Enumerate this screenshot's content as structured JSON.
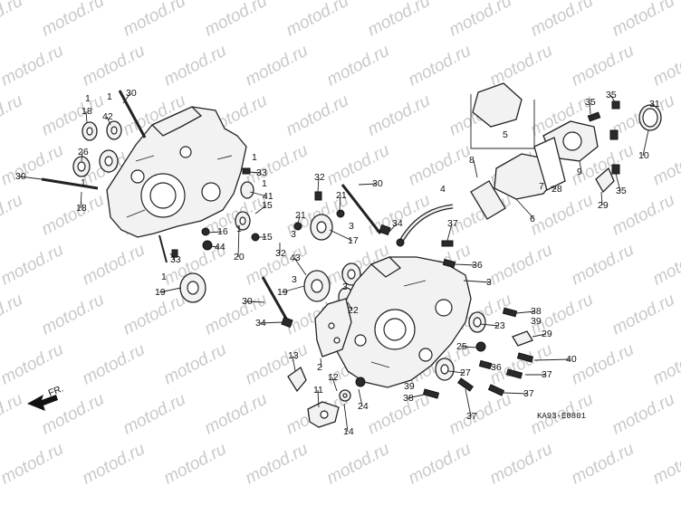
{
  "watermark": {
    "text": "motod.ru",
    "color": "#c9c9c9"
  },
  "diagram_code": "KA93-E0801",
  "direction": {
    "label": "FR."
  },
  "callouts": [
    {
      "id": "c1",
      "text": "1"
    },
    {
      "id": "c2",
      "text": "18"
    },
    {
      "id": "c3",
      "text": "42"
    },
    {
      "id": "c4",
      "text": "1"
    },
    {
      "id": "c5",
      "text": "30"
    },
    {
      "id": "c6",
      "text": "26"
    },
    {
      "id": "c7",
      "text": "30"
    },
    {
      "id": "c8",
      "text": "1"
    },
    {
      "id": "c9",
      "text": "18"
    },
    {
      "id": "c10",
      "text": "1"
    },
    {
      "id": "c11",
      "text": "33"
    },
    {
      "id": "c12",
      "text": "1"
    },
    {
      "id": "c13",
      "text": "41"
    },
    {
      "id": "c14",
      "text": "16"
    },
    {
      "id": "c15",
      "text": "44"
    },
    {
      "id": "c16",
      "text": "15"
    },
    {
      "id": "c17",
      "text": "15"
    },
    {
      "id": "c18",
      "text": "1"
    },
    {
      "id": "c19",
      "text": "20"
    },
    {
      "id": "c20",
      "text": "33"
    },
    {
      "id": "c21",
      "text": "1"
    },
    {
      "id": "c22",
      "text": "19"
    },
    {
      "id": "c23",
      "text": "32"
    },
    {
      "id": "c24",
      "text": "21"
    },
    {
      "id": "c25",
      "text": "21"
    },
    {
      "id": "c26",
      "text": "32"
    },
    {
      "id": "c27",
      "text": "3"
    },
    {
      "id": "c28",
      "text": "17"
    },
    {
      "id": "c29",
      "text": "30"
    },
    {
      "id": "c30",
      "text": "34"
    },
    {
      "id": "c31",
      "text": "4"
    },
    {
      "id": "c32",
      "text": "37"
    },
    {
      "id": "c33",
      "text": "36"
    },
    {
      "id": "c34",
      "text": "3"
    },
    {
      "id": "c35",
      "text": "3"
    },
    {
      "id": "c36",
      "text": "43"
    },
    {
      "id": "c37",
      "text": "3"
    },
    {
      "id": "c38",
      "text": "19"
    },
    {
      "id": "c39",
      "text": "30"
    },
    {
      "id": "c40",
      "text": "3"
    },
    {
      "id": "c41",
      "text": "22"
    },
    {
      "id": "c42",
      "text": "34"
    },
    {
      "id": "c43",
      "text": "13"
    },
    {
      "id": "c44",
      "text": "2"
    },
    {
      "id": "c45",
      "text": "12"
    },
    {
      "id": "c46",
      "text": "11"
    },
    {
      "id": "c47",
      "text": "14"
    },
    {
      "id": "c48",
      "text": "24"
    },
    {
      "id": "c49",
      "text": "38"
    },
    {
      "id": "c50",
      "text": "39"
    },
    {
      "id": "c51",
      "text": "23"
    },
    {
      "id": "c52",
      "text": "29"
    },
    {
      "id": "c53",
      "text": "25"
    },
    {
      "id": "c54",
      "text": "40"
    },
    {
      "id": "c55",
      "text": "27"
    },
    {
      "id": "c56",
      "text": "36"
    },
    {
      "id": "c57",
      "text": "37"
    },
    {
      "id": "c58",
      "text": "39"
    },
    {
      "id": "c59",
      "text": "38"
    },
    {
      "id": "c60",
      "text": "37"
    },
    {
      "id": "c61",
      "text": "37"
    },
    {
      "id": "c62",
      "text": "5"
    },
    {
      "id": "c63",
      "text": "35"
    },
    {
      "id": "c64",
      "text": "35"
    },
    {
      "id": "c65",
      "text": "31"
    },
    {
      "id": "c66",
      "text": "8"
    },
    {
      "id": "c67",
      "text": "28"
    },
    {
      "id": "c68",
      "text": "9"
    },
    {
      "id": "c69",
      "text": "10"
    },
    {
      "id": "c70",
      "text": "7"
    },
    {
      "id": "c71",
      "text": "6"
    },
    {
      "id": "c72",
      "text": "35"
    },
    {
      "id": "c73",
      "text": "29"
    }
  ]
}
